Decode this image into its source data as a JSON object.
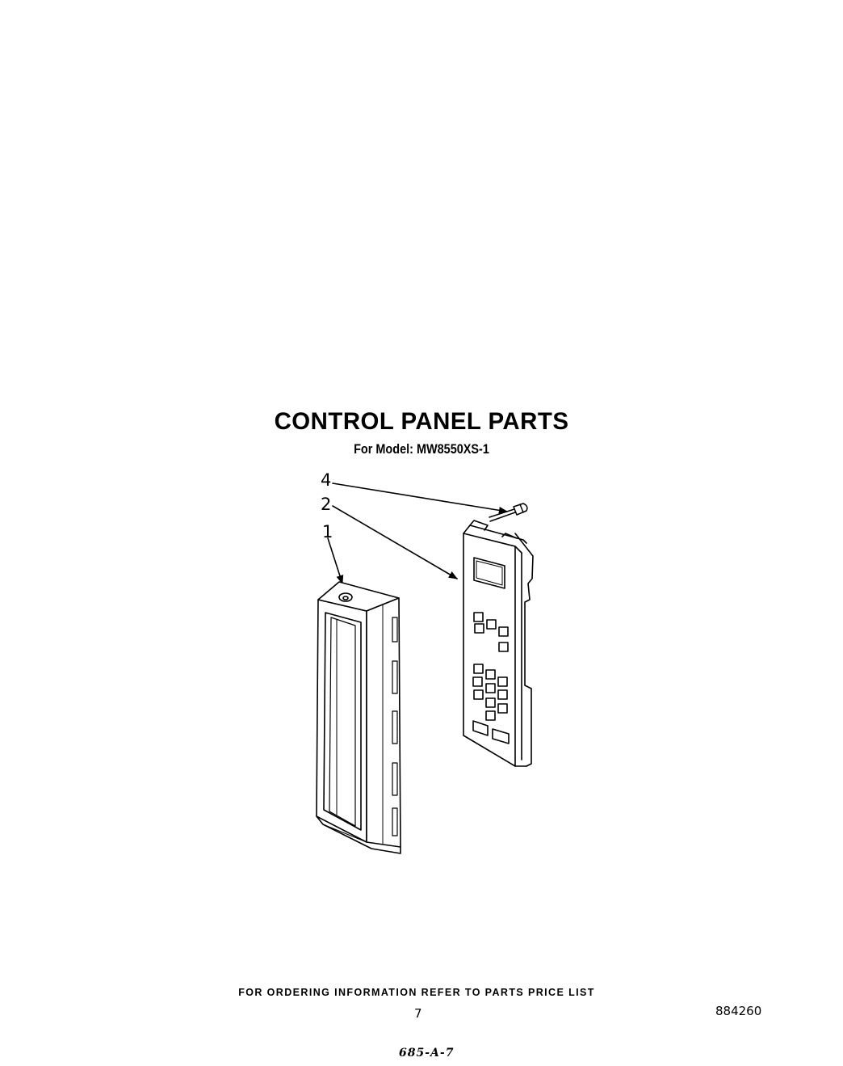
{
  "header": {
    "title": "CONTROL PANEL PARTS",
    "subtitle": "For Model: MW8550XS-1"
  },
  "callouts": [
    {
      "label": "4",
      "part": "screw"
    },
    {
      "label": "2",
      "part": "control-panel"
    },
    {
      "label": "1",
      "part": "frame"
    }
  ],
  "footer": {
    "ordering_note": "FOR ORDERING INFORMATION REFER TO PARTS PRICE LIST",
    "page_number": "7",
    "document_number": "884260",
    "handwritten_code": "685-A-7"
  }
}
